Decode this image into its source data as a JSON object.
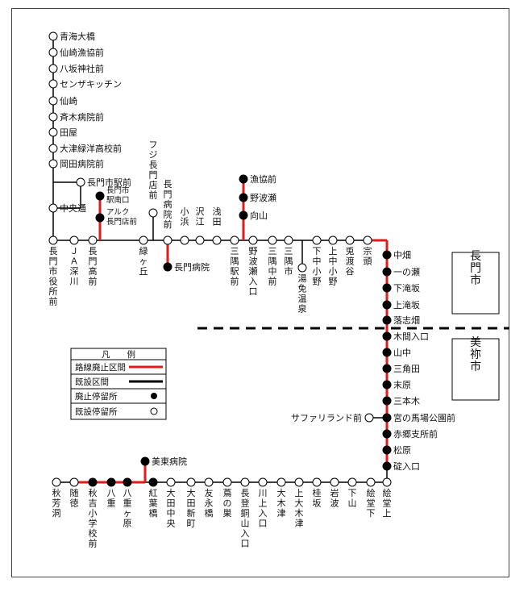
{
  "colors": {
    "abolished": "#e31b1b",
    "existing": "#000000",
    "stop_closed": "#000000",
    "stop_open": "#ffffff"
  },
  "cities": {
    "nagato": "長門市",
    "mine": "美祢市"
  },
  "legend": {
    "title": "凡　　例",
    "abolished_section": "路線廃止区間",
    "existing_section": "既設区間",
    "abolished_stop": "廃止停留所",
    "existing_stop": "既設停留所"
  },
  "stops": {
    "s1": "青海大橋",
    "s2": "仙崎漁協前",
    "s3": "八坂神社前",
    "s4": "センザキッチン",
    "s5": "仙崎",
    "s6": "斉木病院前",
    "s7": "田屋",
    "s8": "大津緑洋高校前",
    "s9": "岡田病院前",
    "nagato_station": "長門市駅前",
    "chuodori": "中央通",
    "ekiminami": "長門市\n駅南口",
    "aruku": "アルク\n長門店前",
    "yakusho": "長門市役所前",
    "ja": "ＪＡ深川",
    "nagato_hs": "長門高前",
    "fuji": "フジ長門店前",
    "midorigaoka": "緑ヶ丘",
    "hosp_mae": "長門病院前",
    "nagato_hosp": "長門病院",
    "kohama": "小浜",
    "sawae": "沢江",
    "asada": "浅田",
    "misumi_eki": "三隅駅前",
    "gyokyo": "漁協前",
    "nobase": "野波瀬",
    "mukaiyama": "向山",
    "nobase_iri": "野波瀬入口",
    "misumi_naka": "三隅中前",
    "misumi_shi": "三隅市",
    "yumen": "湯免温泉",
    "shimonakaono": "下中小野",
    "kaminakaono": "上中小野",
    "tonoto": "兎渡谷",
    "munegashira": "宗頭",
    "nakahata": "中畑",
    "ichinose": "一の瀬",
    "shimotakizaka": "下滝坂",
    "kamitakizaka": "上滝坂",
    "ochishibata": "落志畑",
    "kima_iri": "木間入口",
    "yamanaka": "山中",
    "misumida": "三角田",
    "suehara": "末原",
    "sanbongi": "三本木",
    "miyanobaba": "宮の馬場公園前",
    "safari": "サファリランド前",
    "akago": "赤郷支所前",
    "matsubara": "松原",
    "usuiriguchi": "碇入口",
    "edoue": "絵堂上",
    "edoshita": "絵堂下",
    "shimoyama": "下山",
    "iwanami": "岩波",
    "katsurazaka": "桂坂",
    "kamiootsu": "上大木津",
    "ooootsu": "大木津",
    "kawakami_iri": "川上入口",
    "nagadou": "長登銅山入口",
    "tsuta": "蔦の巣",
    "tomonaga": "友永橋",
    "oota_shinmachi": "大田新町",
    "oota_chuo": "大田中央",
    "koyobashi": "紅葉橋",
    "mito_hosp": "美東病院",
    "yaegahara": "八重ヶ原",
    "yae": "八重",
    "akiyoshi_es": "秋吉小学校前",
    "zuitoku": "随徳",
    "akiyoshido": "秋芳洞"
  }
}
